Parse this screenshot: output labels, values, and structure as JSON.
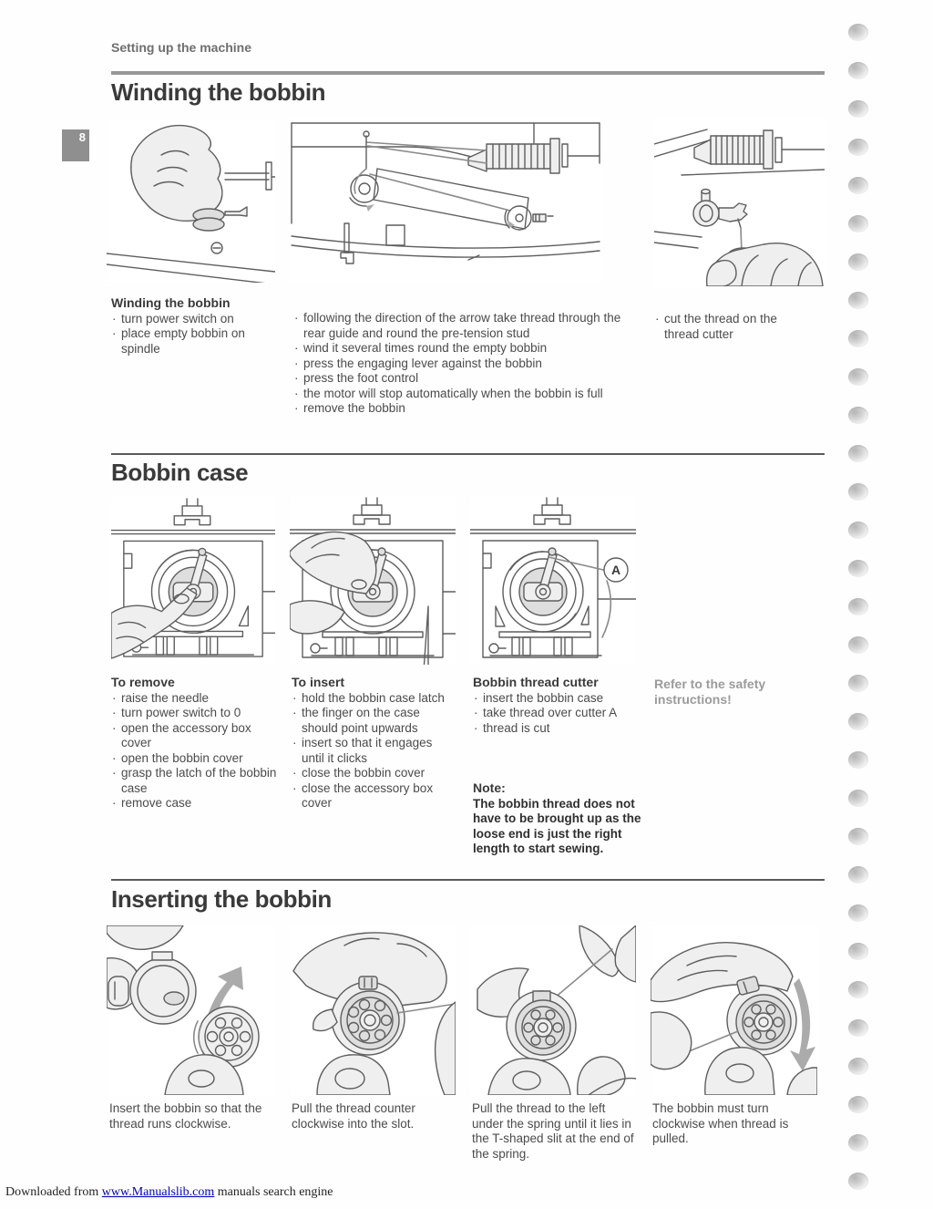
{
  "page": {
    "header": "Setting up the machine",
    "tab_number": "8",
    "footer": {
      "prefix": "Downloaded from ",
      "link": "www.Manualslib.com",
      "suffix": " manuals search engine"
    }
  },
  "sections": {
    "winding": {
      "title": "Winding the bobbin",
      "col1_heading": "Winding the bobbin",
      "col1_items": [
        "turn power switch on",
        "place empty bobbin on spindle"
      ],
      "col2_items": [
        "following the direction of the arrow take thread through the rear guide and round the pre-tension stud",
        "wind it several times round the empty bobbin",
        "press the engaging lever against the bobbin",
        "press the foot control",
        "the motor will stop automatically when the bobbin is full",
        "remove the bobbin"
      ],
      "col3_items": [
        "cut the thread on the thread cutter"
      ]
    },
    "bobbin_case": {
      "title": "Bobbin case",
      "label_a": "A",
      "remove_heading": "To remove",
      "remove_items": [
        "raise the needle",
        "turn power switch to 0",
        "open the accessory box cover",
        "open the bobbin cover",
        "grasp the latch of the bobbin case",
        "remove case"
      ],
      "insert_heading": "To insert",
      "insert_items": [
        "hold the bobbin case latch",
        "the finger on the case should point upwards",
        "insert so that it engages until it clicks",
        "close the bobbin cover",
        "close the accessory box cover"
      ],
      "cutter_heading": "Bobbin thread cutter",
      "cutter_items": [
        "insert the bobbin case",
        "take thread over cutter A",
        "thread is cut"
      ],
      "note_heading": "Note:",
      "note_text": "The bobbin thread does not have to be brought up as the loose end is just the right length to start sewing.",
      "safety_text": "Refer to the safety instructions!"
    },
    "inserting": {
      "title": "Inserting the bobbin",
      "captions": [
        "Insert the bobbin so that the thread runs clockwise.",
        "Pull the thread counter clockwise into the slot.",
        "Pull the thread to the left under the spring until it lies in the T-shaped slit at the end of the spring.",
        "The bobbin must turn clockwise when thread is pulled."
      ]
    }
  }
}
